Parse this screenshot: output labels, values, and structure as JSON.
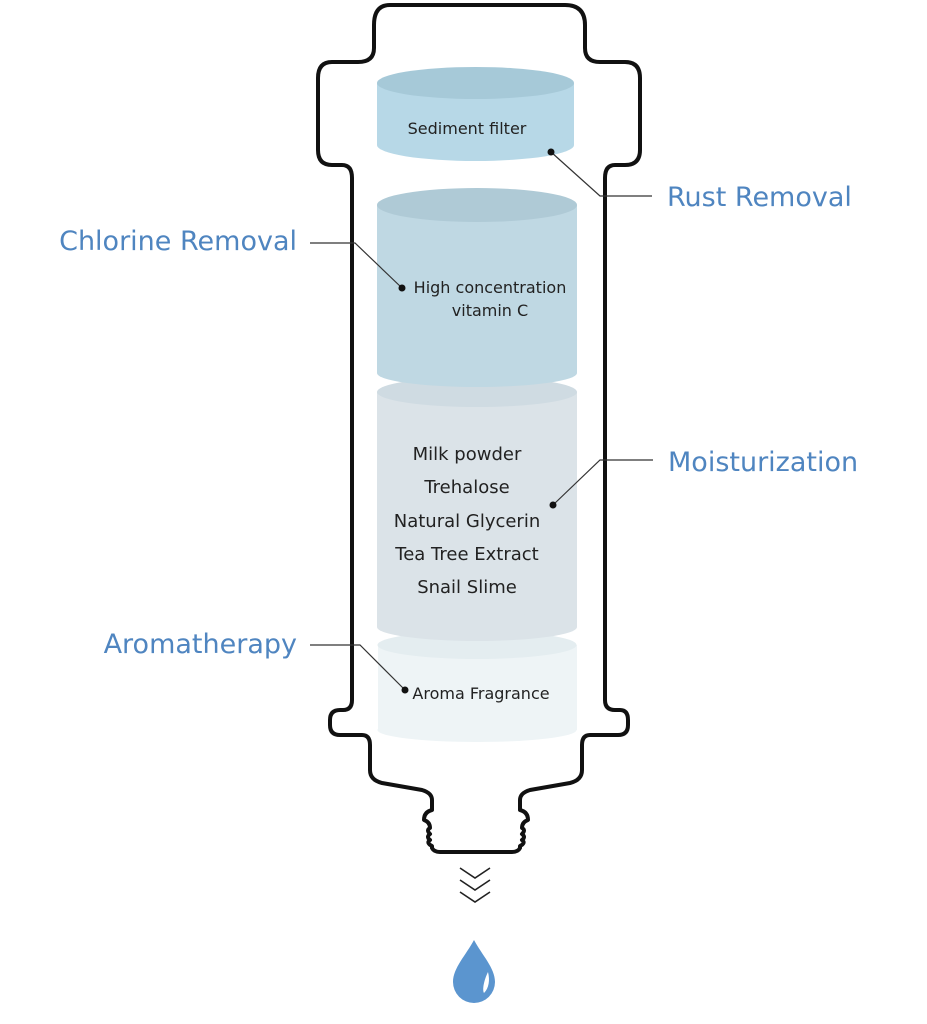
{
  "diagram": {
    "title": "Shower filter cartridge layers",
    "layers": [
      {
        "id": "sediment",
        "inner_lines": [
          "Sediment filter"
        ],
        "function_label": "Rust Removal",
        "color": "#b6d7e6"
      },
      {
        "id": "vitamin-c",
        "inner_lines": [
          "High concentration",
          "vitamin C"
        ],
        "function_label": "Chlorine Removal",
        "color": "#bcd7e3"
      },
      {
        "id": "moisture",
        "inner_lines": [
          "Milk powder",
          "Trehalose",
          "Natural Glycerin",
          "Tea Tree Extract",
          "Snail Slime"
        ],
        "function_label": "Moisturization",
        "color": "#dbe3e8"
      },
      {
        "id": "aroma",
        "inner_lines": [
          "Aroma Fragrance"
        ],
        "function_label": "Aromatherapy",
        "color": "#edf3f5"
      }
    ],
    "colors": {
      "label_blue": "#4f85c0",
      "outline": "#111111",
      "water_drop": "#5b95cf"
    },
    "icons": {
      "flow": "chevrons-down-icon",
      "output": "water-drop-icon"
    }
  }
}
